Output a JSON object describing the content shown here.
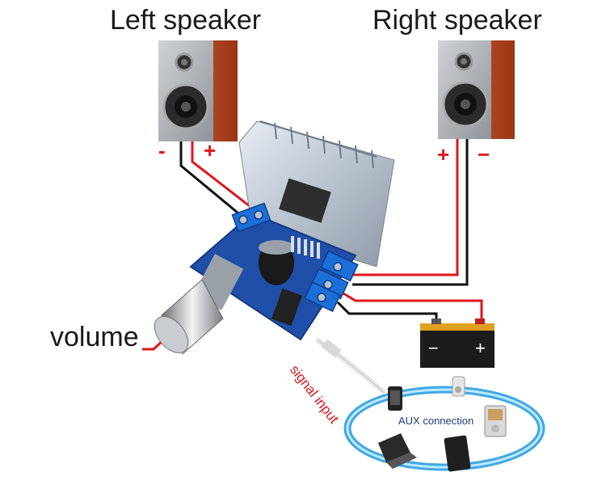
{
  "labels": {
    "left_speaker": "Left speaker",
    "right_speaker": "Right speaker",
    "volume": "volume",
    "signal_input": "signal input",
    "aux_connection": "AUX connection",
    "left_minus": "-",
    "left_plus": "+",
    "right_plus": "+",
    "right_minus": "−",
    "battery_minus": "−",
    "battery_plus": "+"
  },
  "colors": {
    "wire_red": "#e0161a",
    "wire_black": "#111111",
    "pcb_blue": "#1f4fa8",
    "speaker_wood": "#b8471f",
    "aux_ring": "#2a9fe0"
  }
}
